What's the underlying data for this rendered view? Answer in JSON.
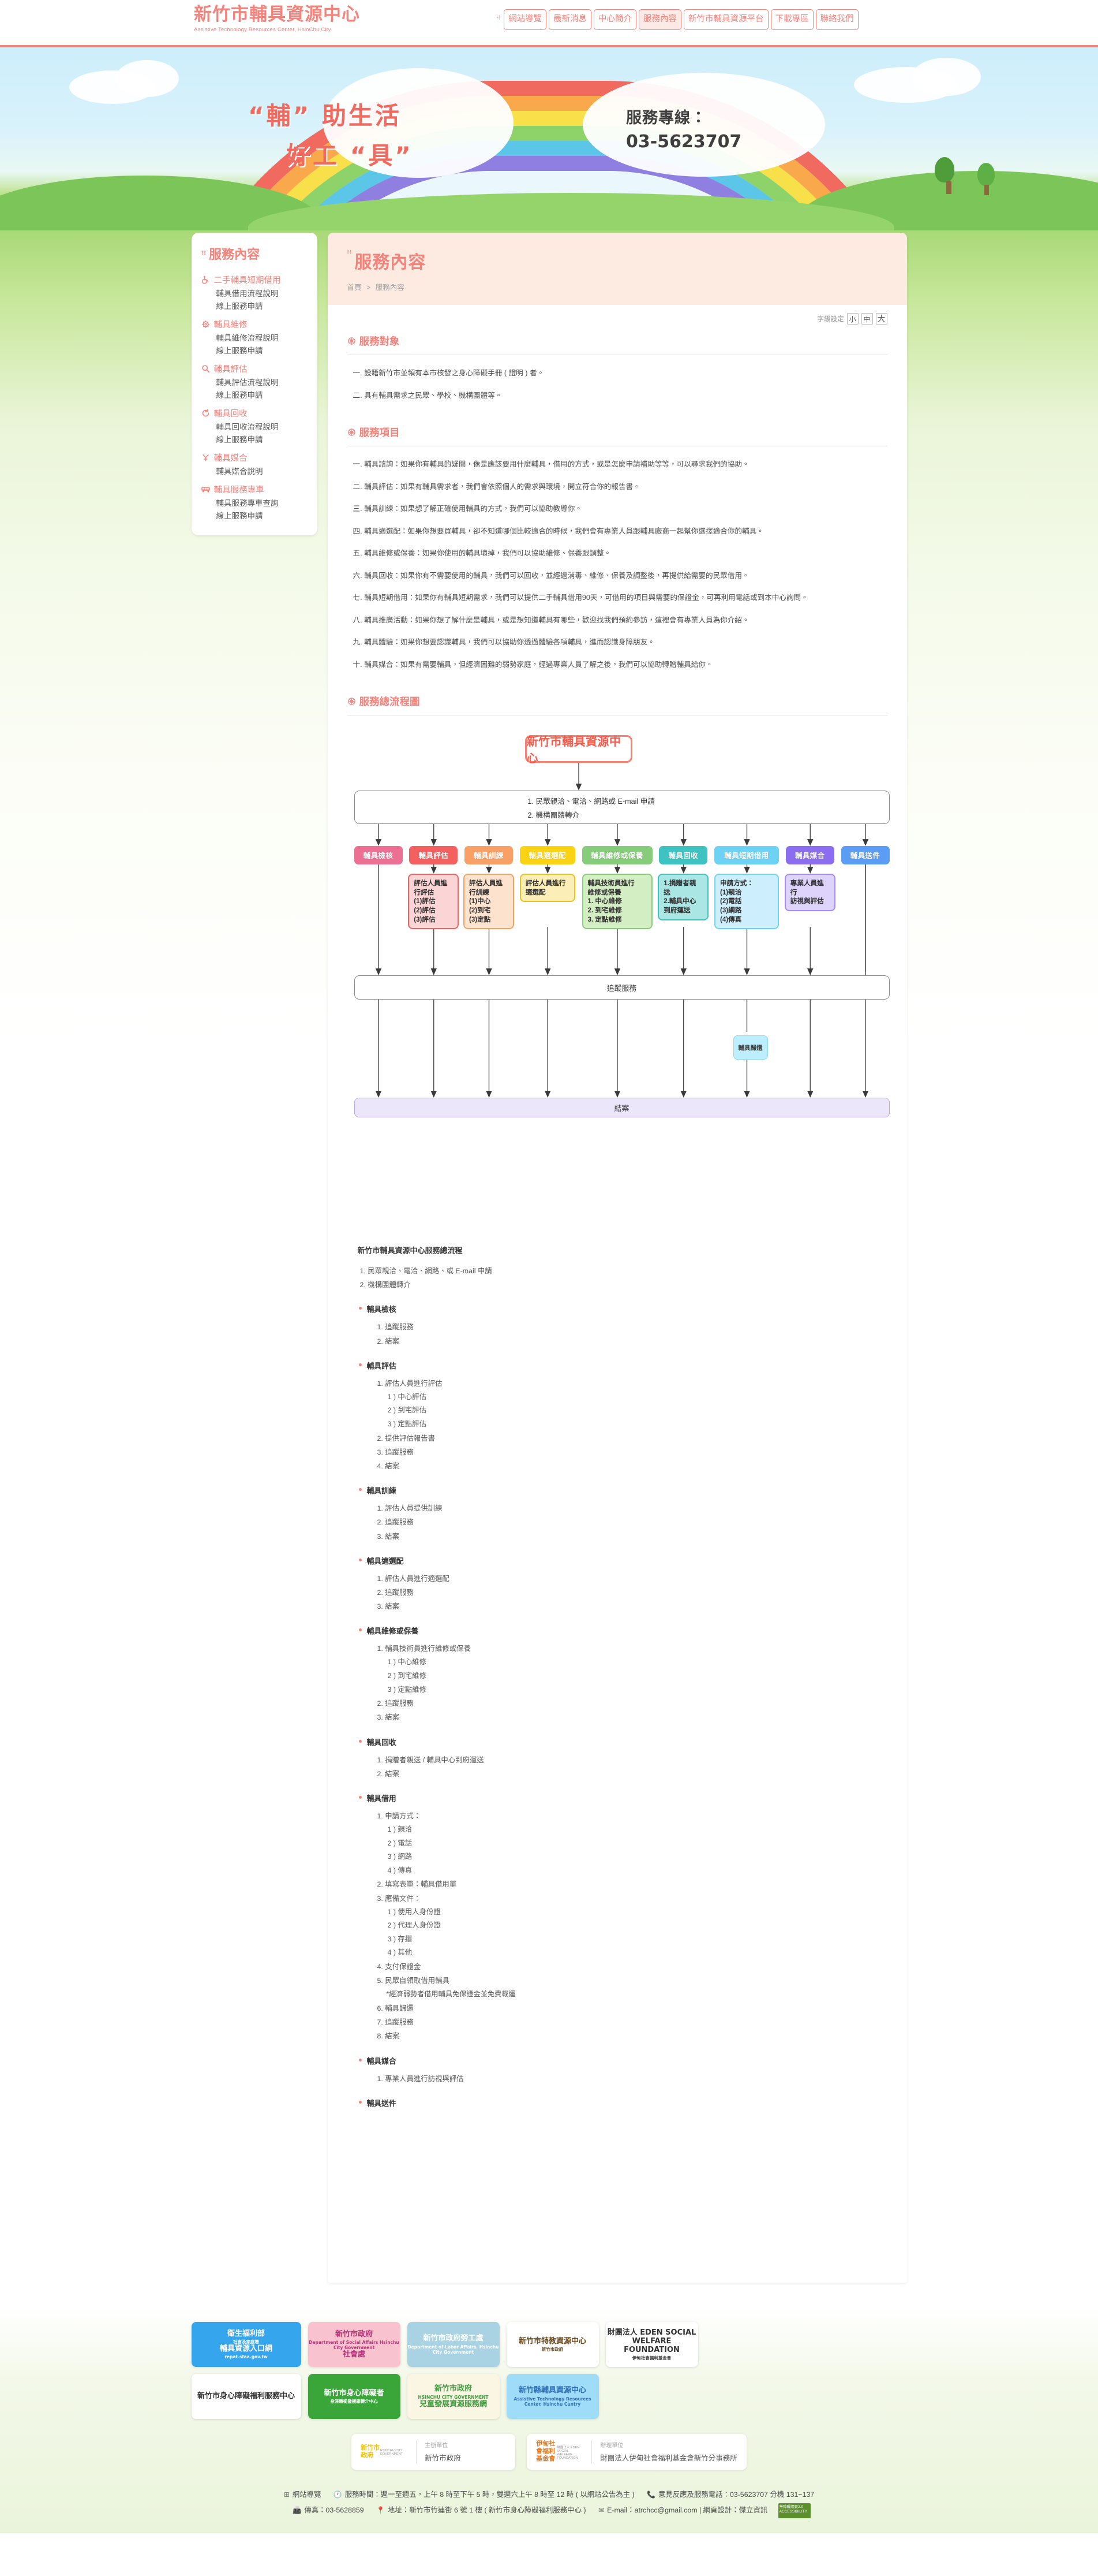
{
  "site": {
    "logo_cn": "新竹市輔具資源中心",
    "logo_en": "Assistive Technology Resources Center, HsinChu City",
    "accent": "#f4837c"
  },
  "mainnav": [
    {
      "label": "網站導覽",
      "active": false
    },
    {
      "label": "最新消息",
      "active": false
    },
    {
      "label": "中心簡介",
      "active": false
    },
    {
      "label": "服務內容",
      "active": true
    },
    {
      "label": "新竹市輔具資源平台",
      "active": false
    },
    {
      "label": "下載專區",
      "active": false
    },
    {
      "label": "聯絡我們",
      "active": false
    }
  ],
  "hero": {
    "title_line1": "“輔” 助生活",
    "title_line2": "好工 “具”",
    "phone_label": "服務專線：",
    "phone_number": "03-5623707"
  },
  "sidebar": {
    "title": "服務內容",
    "groups": [
      {
        "icon": "wheelchair-icon",
        "label": "二手輔具短期借用",
        "items": [
          "輔具借用流程說明",
          "線上服務申請"
        ]
      },
      {
        "icon": "gear-icon",
        "label": "輔具維修",
        "items": [
          "輔具維修流程說明",
          "線上服務申請"
        ]
      },
      {
        "icon": "search-icon",
        "label": "輔具評估",
        "items": [
          "輔具評估流程說明",
          "線上服務申請"
        ]
      },
      {
        "icon": "recycle-icon",
        "label": "輔具回收",
        "items": [
          "輔具回收流程說明",
          "線上服務申請"
        ]
      },
      {
        "icon": "handshake-icon",
        "label": "輔具媒合",
        "items": [
          "輔具媒合說明"
        ]
      },
      {
        "icon": "bus-icon",
        "label": "輔具服務專車",
        "items": [
          "輔具服務專車查詢",
          "線上服務申請"
        ]
      }
    ]
  },
  "content": {
    "page_title": "服務內容",
    "breadcrumb": {
      "home": "首頁",
      "sep": ">",
      "current": "服務內容"
    },
    "fontsize": {
      "label": "字級設定",
      "small": "小",
      "medium": "中",
      "large": "大"
    },
    "section_target": {
      "heading": "服務對象",
      "items": [
        "一. 設籍新竹市並領有本市核發之身心障礙手冊 ( 證明 ) 者。",
        "二. 具有輔具需求之民眾、學校、機構團體等。"
      ]
    },
    "section_items": {
      "heading": "服務項目",
      "items": [
        "一. 輔具諮詢：如果你有輔具的疑問，像是應該要用什麼輔具，借用的方式，或是怎麼申請補助等等，可以尋求我們的協助。",
        "二. 輔具評估：如果有輔具需求者，我們會依照個人的需求與環境，開立符合你的報告書。",
        "三. 輔具訓練：如果想了解正確使用輔具的方式，我們可以協助教導你。",
        "四. 輔具適選配：如果你想要買輔具，卻不知道哪個比較適合的時候，我們會有專業人員跟輔具廠商一起幫你選擇適合你的輔具。",
        "五. 輔具維修或保養：如果你使用的輔具壞掉，我們可以協助維修、保養跟調整。",
        "六. 輔具回收：如果你有不需要使用的輔具，我們可以回收，並經過消毒、維修、保養及調整後，再提供給需要的民眾借用。",
        "七. 輔具短期借用：如果你有輔具短期需求，我們可以提供二手輔具借用90天，可借用的項目與需要的保證金，可再利用電話或到本中心詢問。",
        "八. 輔具推廣活動：如果你想了解什麼是輔具，或是想知道輔具有哪些，歡迎找我們預約參訪，這裡會有專業人員為你介紹。",
        "九. 輔具體驗：如果你想要認識輔具，我們可以協助你透過體驗各項輔具，進而認識身障朋友。",
        "十. 輔具媒合：如果有需要輔具，但經濟困難的弱勢家庭，經過專業人員了解之後，我們可以協助轉贈輔具給你。"
      ]
    },
    "section_flow": {
      "heading": "服務總流程圖"
    }
  },
  "chart_data": {
    "type": "diagram",
    "title": "新竹市輔具資源中心 服務總流程圖",
    "root": "新竹市輔具資源中心",
    "entry": [
      "1. 民眾親洽、電洽、網路或 E-mail 申請",
      "2. 機構團體轉介"
    ],
    "categories": [
      {
        "label": "輔具檢核",
        "color": "#ec6f94",
        "detail": null
      },
      {
        "label": "輔具評估",
        "color": "#f4605f",
        "detail": {
          "border": "#f4605f",
          "bg": "#fbd5d6",
          "lines": [
            "評估人員進",
            "行評估",
            "(1)評估",
            "(2)評估",
            "(3)評估"
          ]
        }
      },
      {
        "label": "輔具訓練",
        "color": "#f9a066",
        "detail": {
          "border": "#f4a261",
          "bg": "#fde2cd",
          "lines": [
            "評估人員進",
            "行訓練",
            "(1)中心",
            "(2)到宅",
            "(3)定點"
          ]
        }
      },
      {
        "label": "輔具適選配",
        "color": "#fbd315",
        "detail": {
          "border": "#ecc21a",
          "bg": "#fbeeb6",
          "lines": [
            "評估人員進行",
            "適選配"
          ]
        }
      },
      {
        "label": "輔具維修或保養",
        "color": "#86cc7a",
        "detail": {
          "border": "#86cc7a",
          "bg": "#d4eec4",
          "lines": [
            "輔具技術員進行",
            "維修或保養",
            "1. 中心維修",
            "2. 到宅維修",
            "3. 定點維修"
          ]
        }
      },
      {
        "label": "輔具回收",
        "color": "#3ec2c2",
        "detail": {
          "border": "#3ec2c2",
          "bg": "#a9e6e4",
          "lines": [
            "1.捐贈者親",
            "   送",
            "2.輔具中心",
            "   到府運送"
          ]
        }
      },
      {
        "label": "輔具短期借用",
        "color": "#6ed2f5",
        "detail": {
          "border": "#6ed2f5",
          "bg": "#cdeefd",
          "lines": [
            "申請方式：",
            "(1)親洽",
            "(2)電話",
            "(3)網路",
            "(4)傳真"
          ]
        }
      },
      {
        "label": "輔具媒合",
        "color": "#8b6ef0",
        "detail": {
          "border": "#a78bfa",
          "bg": "#ded3fb",
          "lines": [
            "專業人員進行",
            "訪視與評估"
          ]
        }
      },
      {
        "label": "輔具送件",
        "color": "#5b9cf5",
        "detail": null
      }
    ],
    "track_label": "追蹤服務",
    "return_label": "輔具歸還",
    "close_label": "結案"
  },
  "outline": {
    "title": "新竹市輔具資源中心服務總流程",
    "intro": [
      "1. 民眾親洽、電洽、網路、或 E-mail 申請",
      "2. 機構團體轉介"
    ],
    "groups": [
      {
        "label": "輔具檢核",
        "items": [
          {
            "text": "1. 追蹤服務"
          },
          {
            "text": "2. 結案"
          }
        ]
      },
      {
        "label": "輔具評估",
        "items": [
          {
            "text": "1. 評估人員進行評估",
            "sub": [
              "1 ) 中心評估",
              "2 ) 到宅評估",
              "3 ) 定點評估"
            ]
          },
          {
            "text": "2. 提供評估報告書"
          },
          {
            "text": "3. 追蹤服務"
          },
          {
            "text": "4. 結案"
          }
        ]
      },
      {
        "label": "輔具訓練",
        "items": [
          {
            "text": "1. 評估人員提供訓練"
          },
          {
            "text": "2. 追蹤服務"
          },
          {
            "text": "3. 結案"
          }
        ]
      },
      {
        "label": "輔具適選配",
        "items": [
          {
            "text": "1. 評估人員進行適選配"
          },
          {
            "text": "2. 追蹤服務"
          },
          {
            "text": "3. 結案"
          }
        ]
      },
      {
        "label": "輔具維修或保養",
        "items": [
          {
            "text": "1. 輔具技術員進行維修或保養",
            "sub": [
              "1 ) 中心維修",
              "2 ) 到宅維修",
              "3 ) 定點維修"
            ]
          },
          {
            "text": "2. 追蹤服務"
          },
          {
            "text": "3. 結案"
          }
        ]
      },
      {
        "label": "輔具回收",
        "items": [
          {
            "text": "1. 捐贈者親送 / 輔具中心到府運送"
          },
          {
            "text": "2. 結案"
          }
        ]
      },
      {
        "label": "輔具借用",
        "items": [
          {
            "text": "1. 申請方式：",
            "sub": [
              "1 ) 親洽",
              "2 ) 電話",
              "3 ) 網路",
              "4 ) 傳真"
            ]
          },
          {
            "text": "2. 填寫表單：輔具借用單"
          },
          {
            "text": "3. 應備文件：",
            "sub": [
              "1 ) 使用人身份證",
              "2 ) 代理人身份證",
              "3 ) 存摺",
              "4 ) 其他"
            ]
          },
          {
            "text": "4. 支付保證金"
          },
          {
            "text": "5. 民眾自領取借用輔具",
            "note": "*經濟弱勢者借用輔具免保證金並免費載運"
          },
          {
            "text": "6. 輔具歸還"
          },
          {
            "text": "7. 追蹤服務"
          },
          {
            "text": "8. 結案"
          }
        ]
      },
      {
        "label": "輔具媒合",
        "items": [
          {
            "text": "1. 專業人員進行訪視與評估"
          }
        ]
      },
      {
        "label": "輔具送件",
        "items": []
      }
    ]
  },
  "footer": {
    "logos_row1": [
      {
        "name": "輔具資源入口網",
        "line1": "衛生福利部",
        "line2": "社會及家庭署",
        "line3": "輔具資源入口網",
        "line4": "repat.sfaa.gov.tw",
        "bg": "#35a5ee",
        "fg": "#ffffff",
        "width": 190
      },
      {
        "name": "新竹市政府社會處",
        "line1": "新竹市政府",
        "line2": "Department of Social Affairs Hsinchu City Government",
        "line3": "社會處",
        "bg": "#f8c3ce",
        "fg": "#b5317a",
        "width": 160
      },
      {
        "name": "新竹市政府勞工處",
        "line1": "新竹市政府勞工處",
        "line2": "Department of Labor Affairs, Hsinchu City Government",
        "bg": "#a9d3e3",
        "fg": "#ffffff",
        "width": 160
      },
      {
        "name": "新竹市特教資源中心",
        "line1": "新竹市特教資源中心",
        "line2": "新竹市政府",
        "bg": "#ffffff",
        "fg": "#6b4a1e",
        "width": 160
      },
      {
        "name": "伊甸社會福利基金會",
        "line1": "財團法人 EDEN SOCIAL WELFARE FOUNDATION",
        "line2": "伊甸社會福利基金會",
        "bg": "#ffffff",
        "fg": "#333333",
        "width": 160
      }
    ],
    "logos_row2": [
      {
        "name": "新竹市身心障礙福利服務中心",
        "line1": "新竹市身心障礙福利服務中心",
        "bg": "#ffffff",
        "fg": "#333333",
        "width": 190
      },
      {
        "name": "新竹市身心障礙者生涯轉銜暨通報轉介中心",
        "line1": "新竹市身心障礙者",
        "line2": "身涯轉銜暨通報轉介中心",
        "bg": "#3aa63a",
        "fg": "#ffffff",
        "width": 160
      },
      {
        "name": "新竹市政府兒童發展資源服務網",
        "line1": "新竹市政府",
        "line2": "HSINCHU CITY GOVERNMENT",
        "line3": "兒童發展資源服務網",
        "bg": "#fbf5e4",
        "fg": "#3e9b3e",
        "width": 160
      },
      {
        "name": "新竹縣輔具資源中心",
        "line1": "新竹縣輔具資源中心",
        "line2": "Assistive Technology Resources Center, Hsinchu Cuntry",
        "bg": "#9fdcf8",
        "fg": "#2f6fb5",
        "width": 160
      }
    ],
    "orgs": [
      {
        "emblem": "新竹市政府",
        "emblem_en": "HSINCHU CITY GOVERNMENT",
        "label": "主辦單位",
        "value": "新竹市政府"
      },
      {
        "emblem": "伊甸社會福利基金會",
        "emblem_en": "財團法人 EDEN SOCIAL WELFARE FOUNDATION",
        "label": "辦理單位",
        "value": "財團法人伊甸社會福利基金會新竹分事務所"
      }
    ],
    "contact": {
      "sitemap": "網站導覽",
      "hours": "服務時間：週一至週五，上午 8 時至下午 5 時，雙週六上午 8 時至 12 時 ( 以網站公告為主 )",
      "phone": "意見反應及服務電話：03-5623707 分機 131~137",
      "fax": "傳真：03-5628859",
      "address": "地址：新竹市竹蓮街 6 號 1 樓 ( 新竹市身心障礙福利服務中心 )",
      "email": "E-mail：atrchcc@gmail.com | 網頁設計：傑立資訊",
      "badge_line1": "無障礙網頁2.0",
      "badge_line2": "ACCESSIBILITY"
    }
  }
}
